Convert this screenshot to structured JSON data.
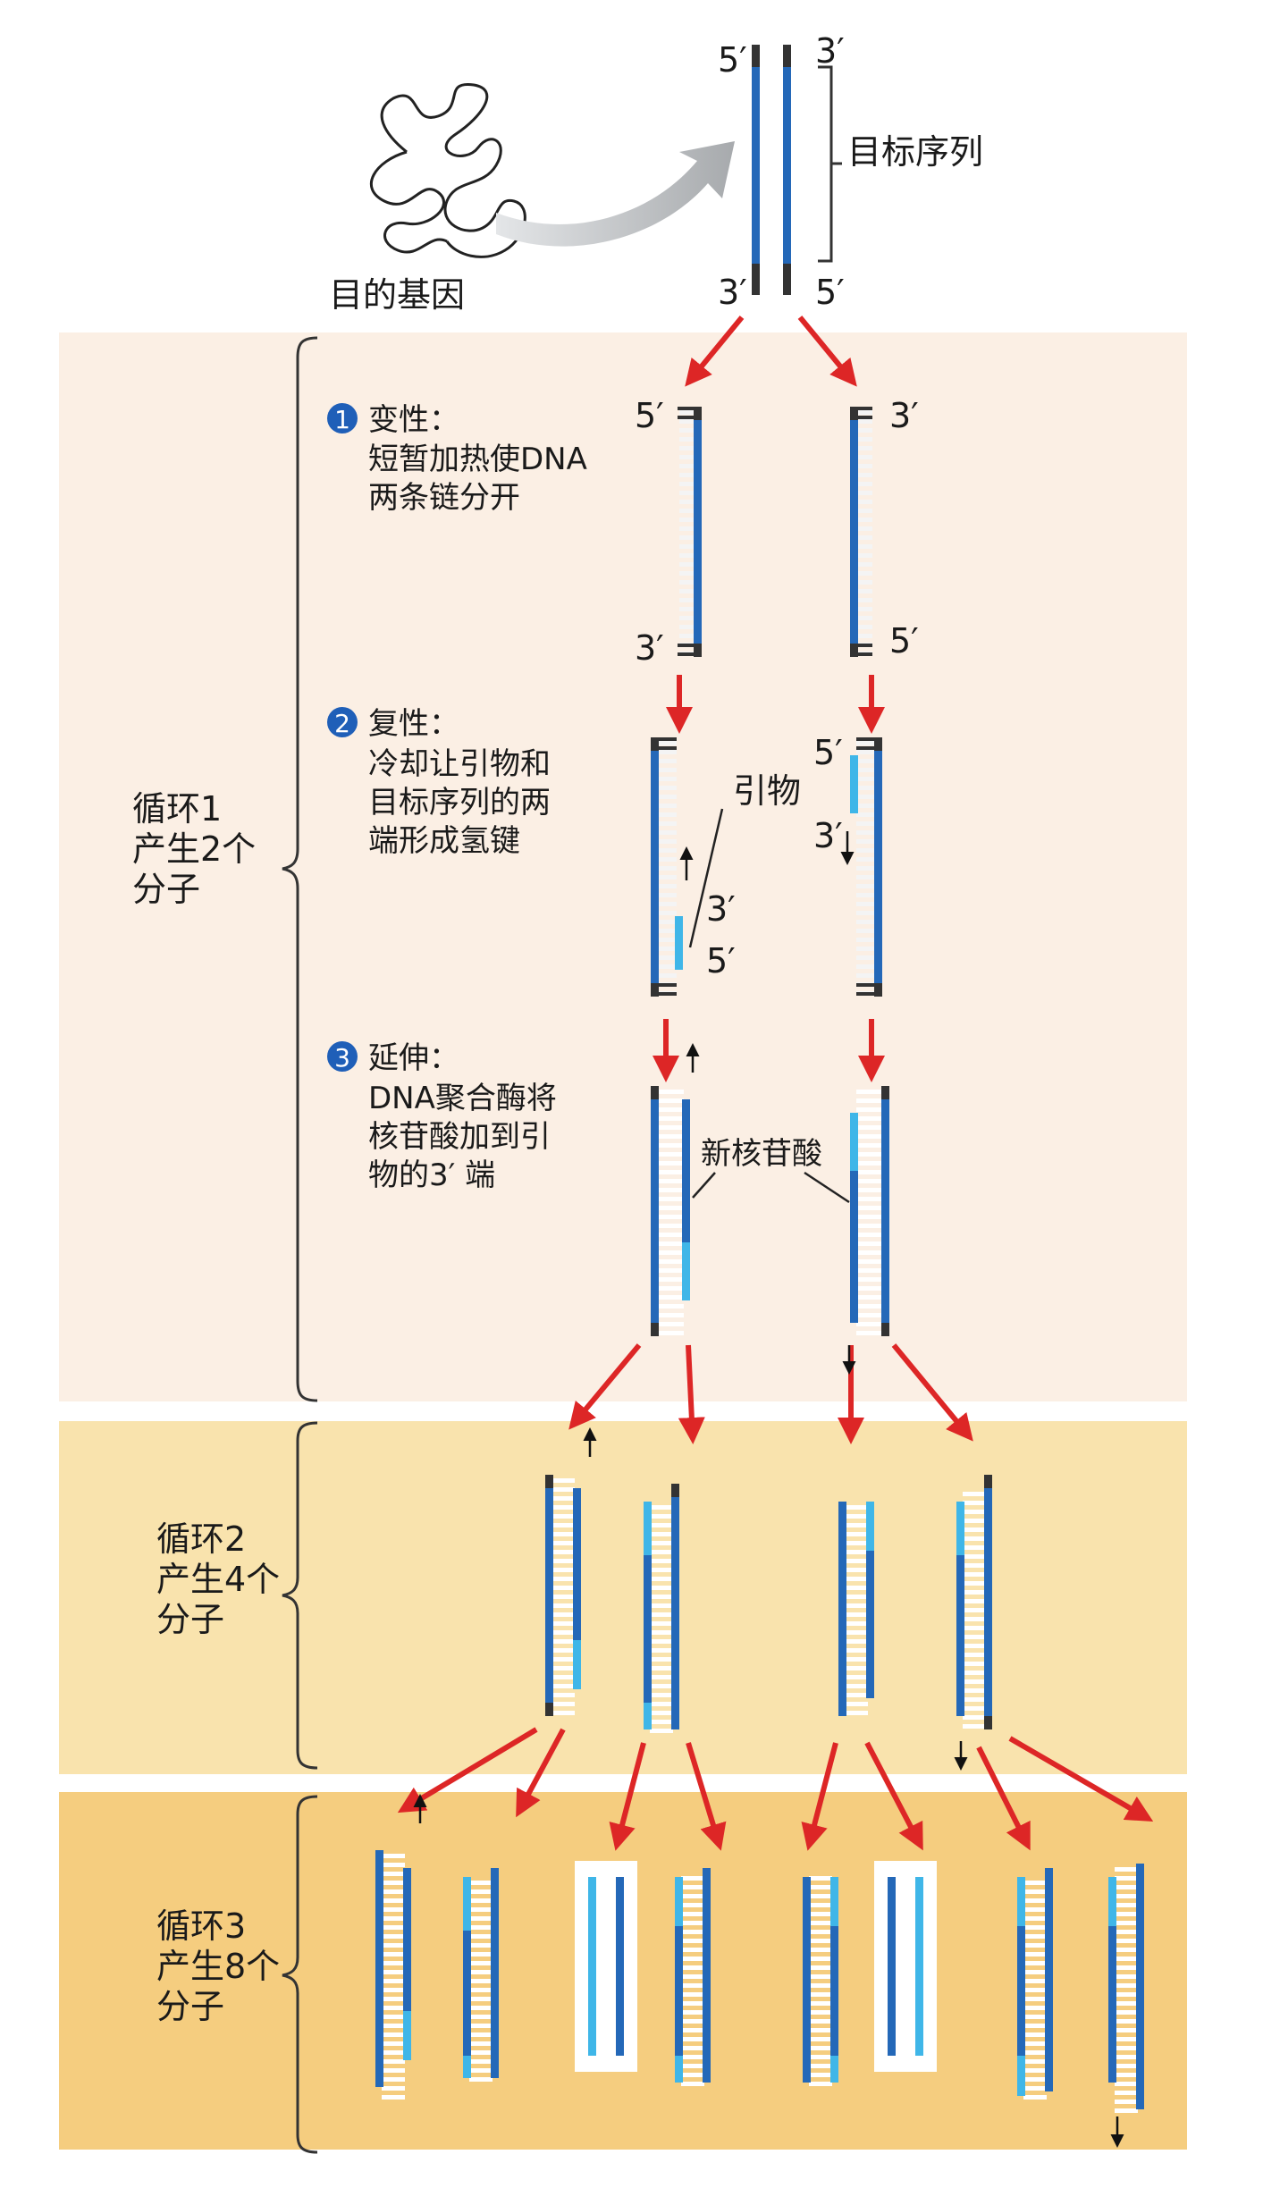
{
  "gene_label": "目的基因",
  "target_label": "目标序列",
  "end_5": "5′",
  "end_3": "3′",
  "step1": {
    "num": "1",
    "title": "变性：",
    "lines": [
      "短暂加热使DNA",
      "两条链分开"
    ]
  },
  "step2": {
    "num": "2",
    "title": "复性：",
    "lines": [
      "冷却让引物和",
      "目标序列的两",
      "端形成氢键"
    ]
  },
  "step3": {
    "num": "3",
    "title": "延伸：",
    "lines": [
      "DNA聚合酶将",
      "核苷酸加到引",
      "物的3′ 端"
    ]
  },
  "primer_label": "引物",
  "new_nt_label": "新核苷酸",
  "cycle1": [
    "循环1",
    "产生2个",
    "分子"
  ],
  "cycle2": [
    "循环2",
    "产生4个",
    "分子"
  ],
  "cycle3": [
    "循环3",
    "产生8个",
    "分子"
  ],
  "colors": {
    "band1": "#fbefe4",
    "band2": "#f9e3ad",
    "band3": "#f5cd7f",
    "strand_dark": "#2468b8",
    "strand_light": "#3fb6e8",
    "rung": "#ffffff",
    "dark_end": "#333333",
    "arrow_red": "#dd2626",
    "brace": "#333333",
    "gray_arrow": "#b9bcbf"
  }
}
